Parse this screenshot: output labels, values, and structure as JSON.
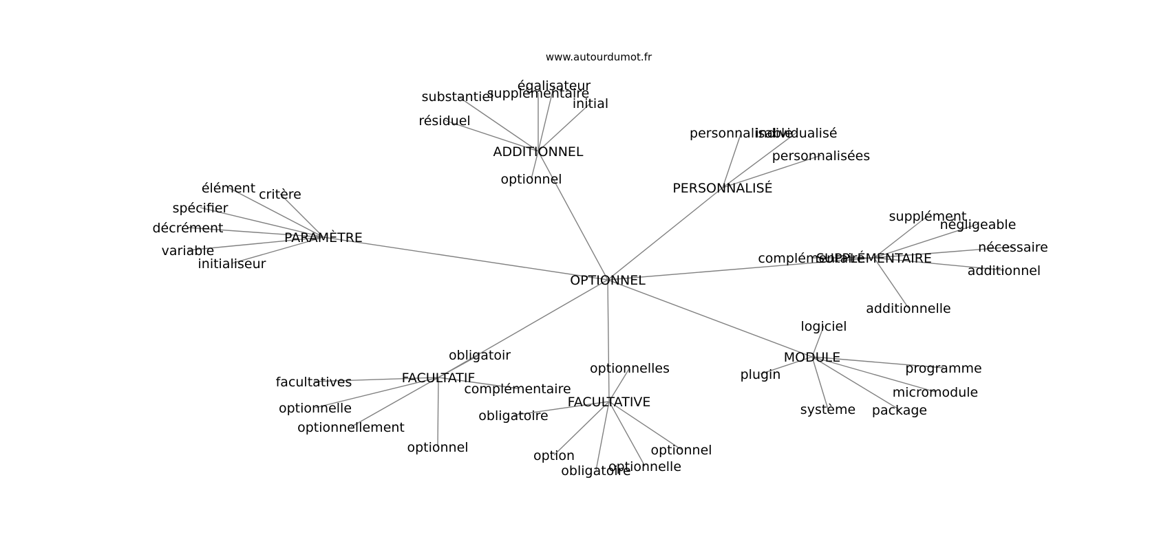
{
  "watermark": "www.autourdumot.fr",
  "colors": {
    "edge": "#808080",
    "text": "#000000",
    "background": "#ffffff"
  },
  "graph": {
    "center": "OPTIONNEL",
    "hubs": [
      {
        "label": "ADDITIONNEL",
        "leaves": [
          "substantiel",
          "supplémentaire",
          "égalisateur",
          "initial",
          "résiduel",
          "optionnel"
        ]
      },
      {
        "label": "PERSONNALISÉ",
        "leaves": [
          "personnalisable",
          "individualisé",
          "personnalisées"
        ]
      },
      {
        "label": "PARAMÈTRE",
        "leaves": [
          "élément",
          "critère",
          "spécifier",
          "décrément",
          "variable",
          "initialiseur"
        ]
      },
      {
        "label": "SUPPLÉMENTAIRE",
        "leaves": [
          "supplément",
          "négligeable",
          "nécessaire",
          "complémentaire",
          "additionnel",
          "additionnelle"
        ]
      },
      {
        "label": "MODULE",
        "leaves": [
          "logiciel",
          "plugin",
          "programme",
          "micromodule",
          "système",
          "package"
        ]
      },
      {
        "label": "FACULTATIF",
        "leaves": [
          "obligatoir",
          "facultatives",
          "optionnelle",
          "optionnellement",
          "optionnel",
          "complémentaire"
        ]
      },
      {
        "label": "FACULTATIVE",
        "leaves": [
          "optionnelles",
          "obligatoire",
          "option",
          "obligatoire",
          "optionnelle",
          "optionnel"
        ]
      }
    ]
  }
}
